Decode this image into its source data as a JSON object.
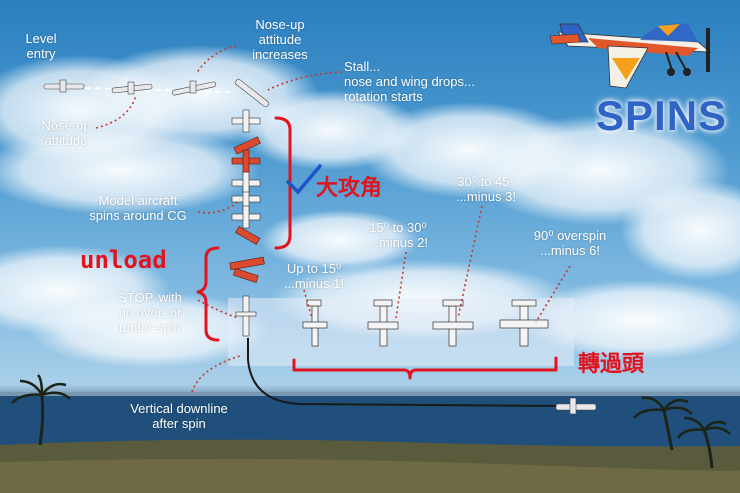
{
  "title": "SPINS",
  "labels": {
    "level_entry": "Level\nentry",
    "nose_up_increases": "Nose-up\nattitude\nincreases",
    "stall": "Stall...\nnose and wing drops...\nrotation starts",
    "nose_up_attitude": "Nose-up\nattitude",
    "model_cg": "Model aircraft\nspins around CG",
    "stop": "STOP, with\nno over- or\nunder-spin",
    "vertical_downline": "Vertical downline\nafter spin",
    "up_to_15": "Up to 15⁰\n...minus 1!",
    "15_to_30": "15⁰ to 30⁰\n...minus 2!",
    "30_to_45": "30⁰ to 45⁰\n...minus 3!",
    "90_overspin": "90⁰ overspin\n...minus 6!"
  },
  "annotations": {
    "high_aoa": "大攻角",
    "unload": "unload",
    "over_rotation": "轉過頭"
  },
  "colors": {
    "annotation_red": "#e0141e",
    "title_blue": "#2f63c6",
    "sky": "#4d9ad0",
    "sea": "#1f4f7a",
    "ground": "#5a5a3c"
  }
}
